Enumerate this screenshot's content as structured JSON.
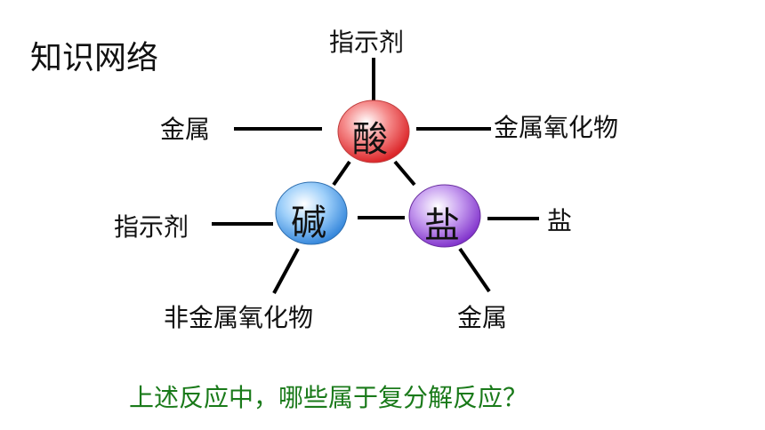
{
  "title": "知识网络",
  "nodes": {
    "acid": "酸",
    "base": "碱",
    "salt": "盐"
  },
  "labels": {
    "acid_top": "指示剂",
    "acid_left": "金属",
    "acid_right": "金属氧化物",
    "base_left": "指示剂",
    "base_bottom": "非金属氧化物",
    "salt_right": "盐",
    "salt_bottom": "金属"
  },
  "question": "上述反应中，哪些属于复分解反应？",
  "colors": {
    "acid": "#e8262a",
    "base": "#3a8fe0",
    "salt": "#8a3ad6",
    "question": "#1a7a1a"
  }
}
